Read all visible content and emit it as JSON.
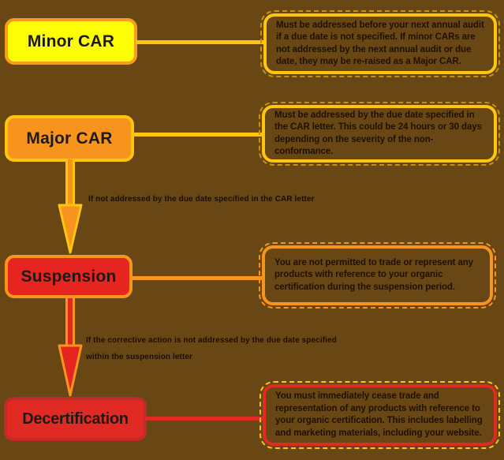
{
  "colors": {
    "background": "#684715",
    "minor_fill": "#fdfd05",
    "major_fill": "#f7941e",
    "suspension_fill": "#e62420",
    "decert_fill": "#e02a23",
    "decert_border": "#c42a28",
    "gold_accent": "#ffc410",
    "orange_accent": "#f7941e",
    "red_accent": "#e62420",
    "text_dark": "#201000"
  },
  "stages": [
    {
      "label": "Minor CAR",
      "description": "Must be addressed before your next annual audit if a due date is not specified. If minor CARs are not addressed by the next annual audit or due date, they may be re-raised as a Major CAR."
    },
    {
      "label": "Major CAR",
      "description": "Must be addressed by the due date specified in the CAR letter. This could be 24 hours or 30 days depending on the severity of the non-conformance."
    },
    {
      "label": "Suspension",
      "description": "You are not permitted to trade or represent any products with reference to your organic certification during the suspension period."
    },
    {
      "label": "Decertification",
      "description": "You must immediately cease trade and representation of any products with reference to your organic certification. This includes labelling and marketing materials, including your website."
    }
  ],
  "transitions": [
    {
      "label": "If not addressed by the due date specified in the CAR letter"
    },
    {
      "label": "If the corrective action is not addressed by the due date specified within the suspension letter"
    }
  ]
}
